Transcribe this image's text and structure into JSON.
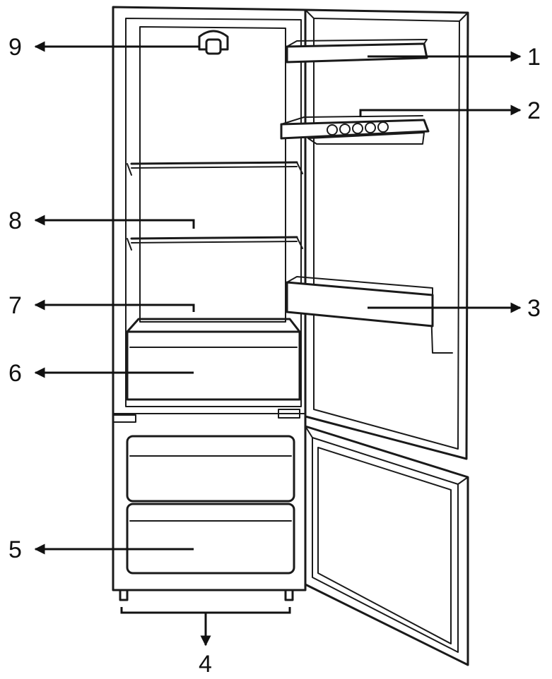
{
  "colors": {
    "ink": "#1a1a1a",
    "background": "#ffffff"
  },
  "callouts": [
    {
      "id": "1",
      "label": "1"
    },
    {
      "id": "2",
      "label": "2"
    },
    {
      "id": "3",
      "label": "3"
    },
    {
      "id": "4",
      "label": "4"
    },
    {
      "id": "5",
      "label": "5"
    },
    {
      "id": "6",
      "label": "6"
    },
    {
      "id": "7",
      "label": "7"
    },
    {
      "id": "8",
      "label": "8"
    },
    {
      "id": "9",
      "label": "9"
    }
  ]
}
